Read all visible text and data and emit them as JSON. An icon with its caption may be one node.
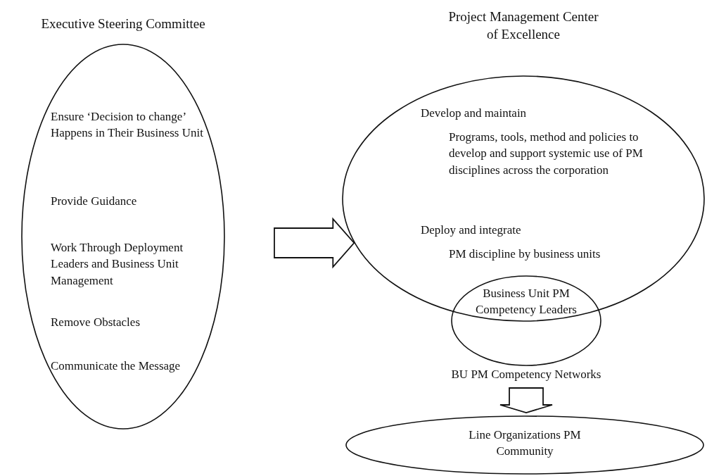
{
  "diagram": {
    "nodes": [
      {
        "text": [
          "Executive Steering Committee",
          "Ensure ‘Decision to change’ Happens in Their Business Unit",
          "Provide Guidance",
          "Work Through Deployment Leaders and Business Unit Management",
          "Remove Obstacles",
          "Communicate the Message"
        ]
      },
      {
        "text": [
          "Project Management Center of Excellence",
          "Develop and maintain",
          "Programs, tools, method and policies to develop and support systemic use of PM disciplines across the corporation",
          "Deploy and integrate",
          "PM discipline by business units"
        ]
      },
      {
        "text": [
          "Business Unit PM Competency Leaders"
        ]
      },
      {
        "text": [
          "Line Organizations PM Community"
        ]
      }
    ],
    "edges": [
      {
        "from": 0,
        "to": 1,
        "arrow": "to",
        "style": "thick"
      },
      {
        "from": 2,
        "to": 3,
        "arrow": "to",
        "style": "thick",
        "label": "BU PM Competency Networks"
      }
    ]
  }
}
